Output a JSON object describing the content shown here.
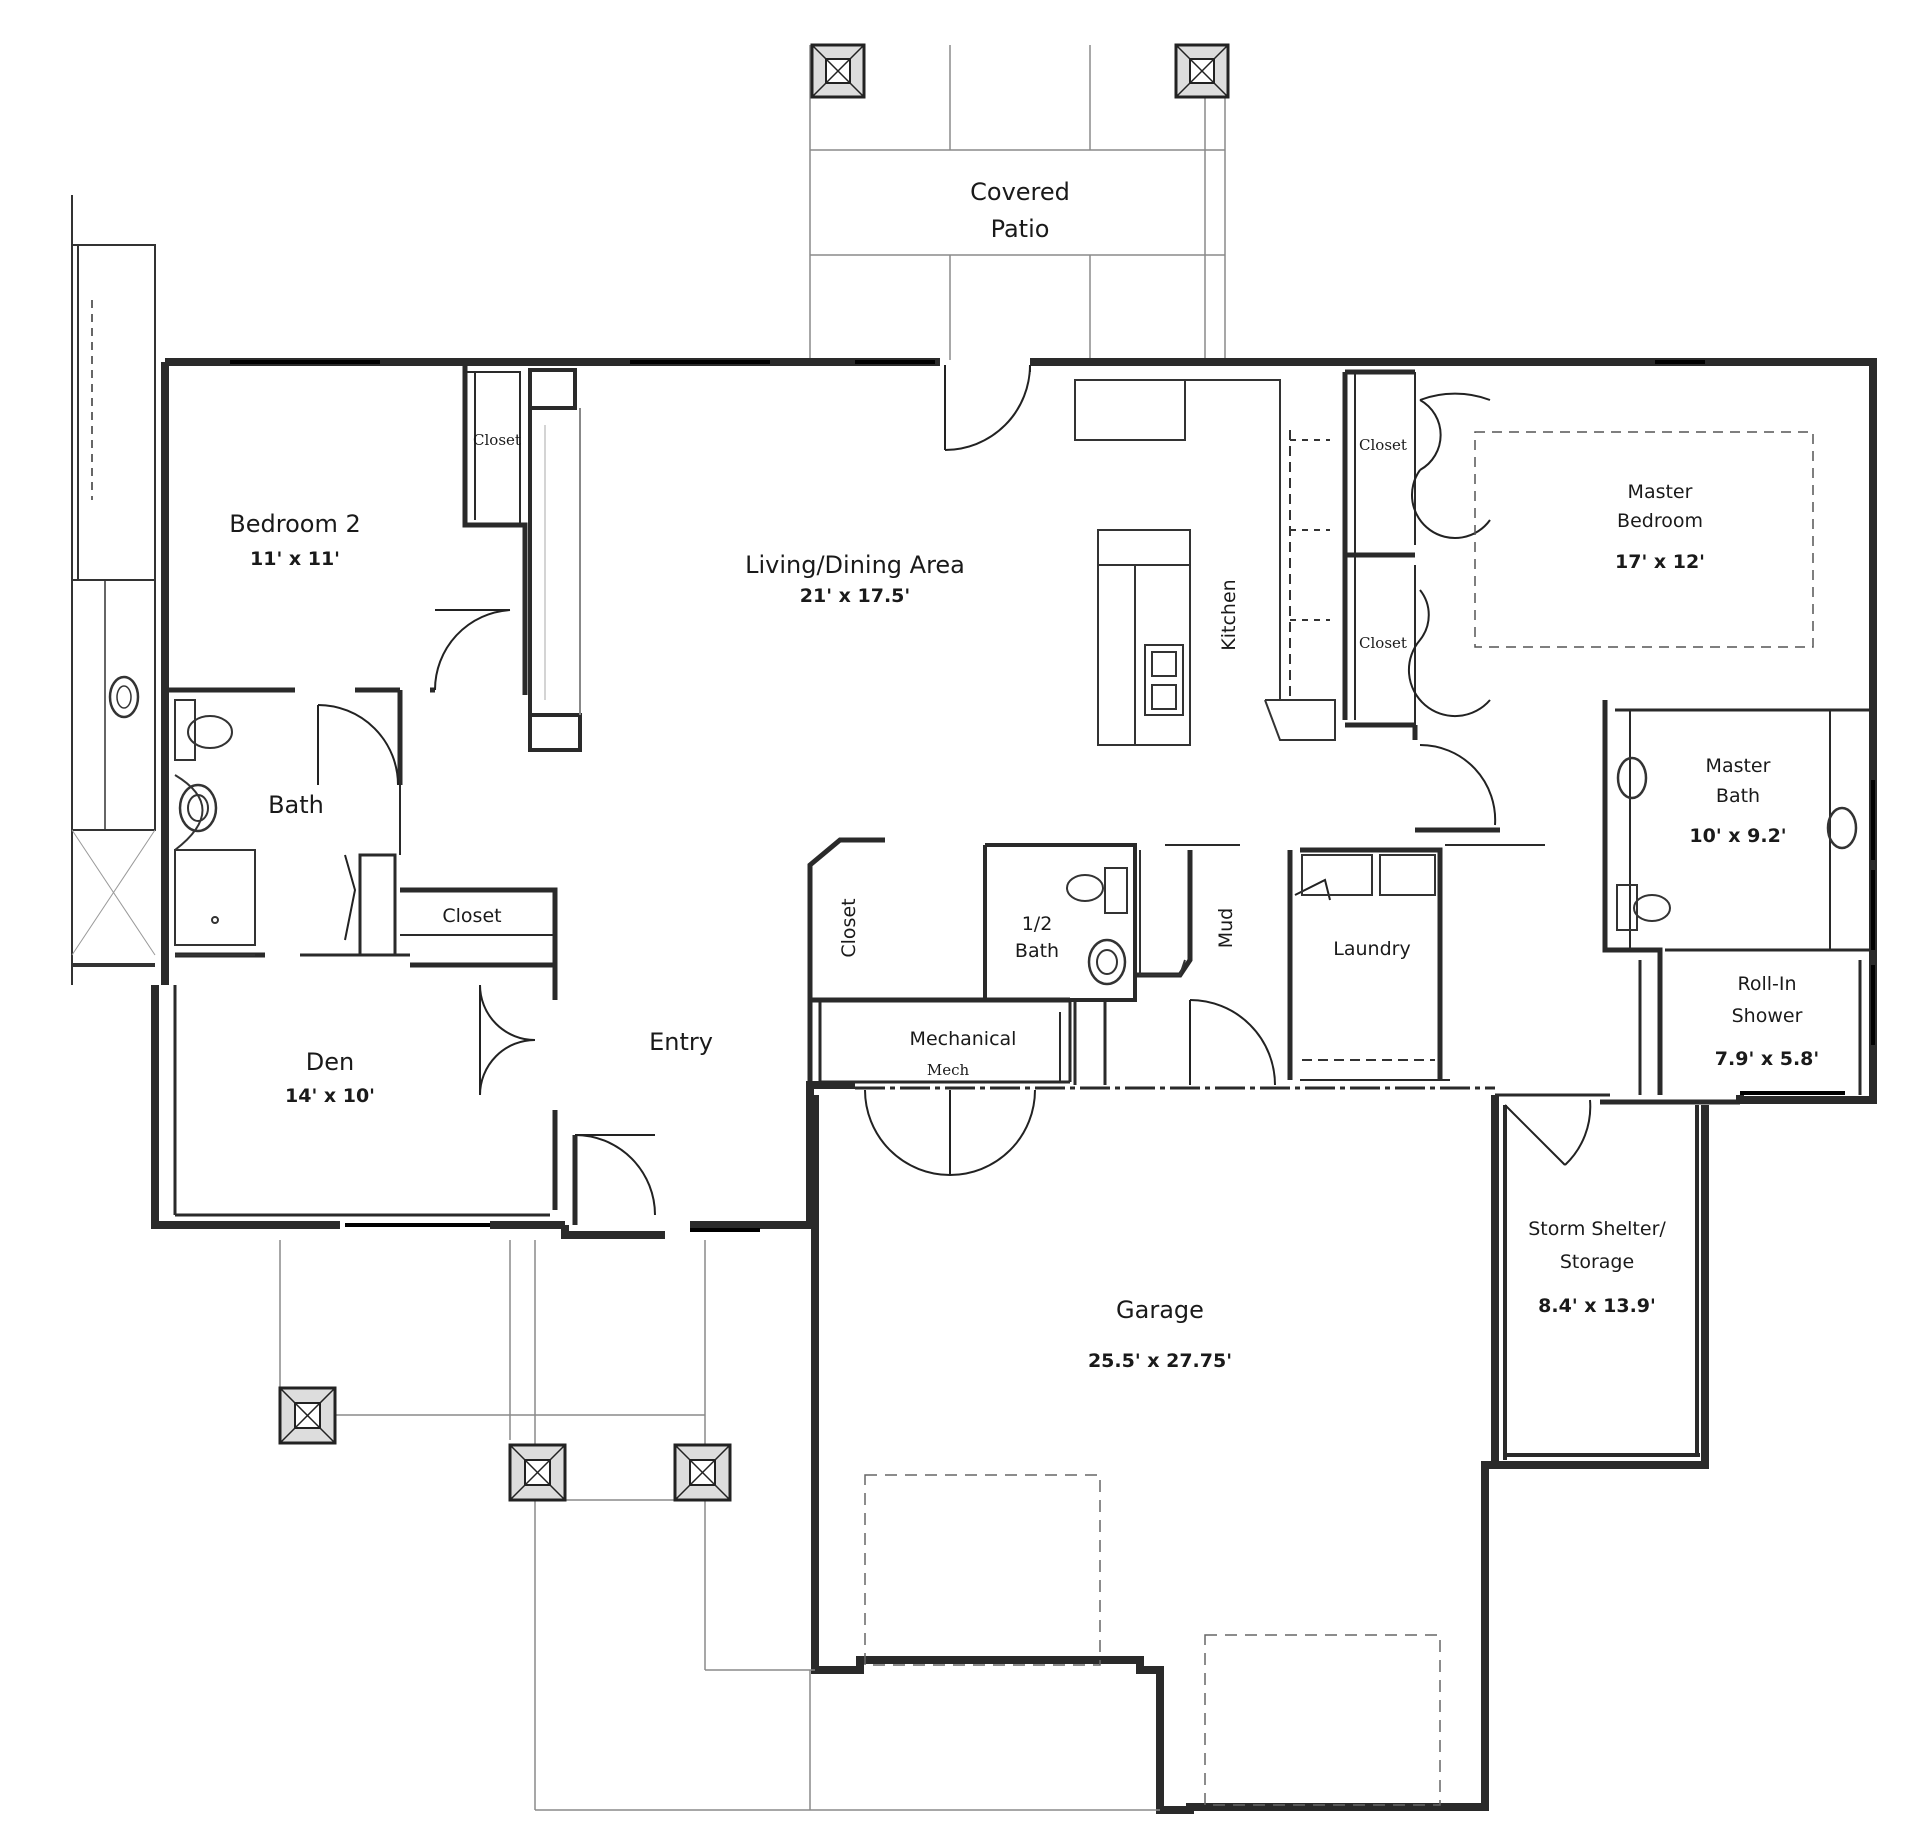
{
  "rooms": {
    "covered_patio": {
      "line1": "Covered",
      "line2": "Patio"
    },
    "bedroom2": {
      "name": "Bedroom 2",
      "dims": "11' x 11'"
    },
    "living": {
      "name": "Living/Dining Area",
      "dims": "21' x 17.5'"
    },
    "kitchen": {
      "name": "Kitchen"
    },
    "master_bedroom": {
      "line1": "Master",
      "line2": "Bedroom",
      "dims": "17' x 12'"
    },
    "bath": {
      "name": "Bath"
    },
    "master_bath": {
      "line1": "Master",
      "line2": "Bath",
      "dims": "10' x 9.2'"
    },
    "closet_hall": {
      "name": "Closet"
    },
    "closet_entry": {
      "name": "Closet"
    },
    "half_bath": {
      "line1": "1/2",
      "line2": "Bath"
    },
    "mud": {
      "name": "Mud"
    },
    "laundry": {
      "name": "Laundry"
    },
    "roll_in_shower": {
      "line1": "Roll-In",
      "line2": "Shower",
      "dims": "7.9' x 5.8'"
    },
    "den": {
      "name": "Den",
      "dims": "14' x 10'"
    },
    "entry": {
      "name": "Entry"
    },
    "mechanical": {
      "name": "Mechanical",
      "sub": "Mech"
    },
    "storm_shelter": {
      "line1": "Storm Shelter/",
      "line2": "Storage",
      "dims": "8.4' x 13.9'"
    },
    "garage": {
      "name": "Garage",
      "dims": "25.5' x 27.75'"
    }
  },
  "small_closets": {
    "bed2": "Closet",
    "master_top": "Closet",
    "master_bottom": "Closet"
  },
  "colors": {
    "wall": "#2a2a2a",
    "line": "#555555",
    "faint": "#9a9a9a",
    "paper": "#ffffff"
  }
}
